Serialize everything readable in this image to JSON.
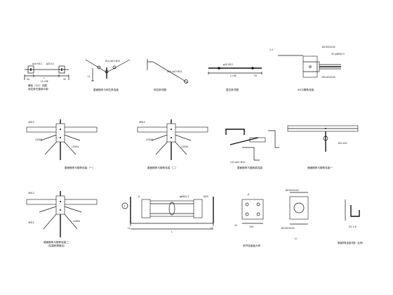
{
  "details": [
    {
      "caption": "螺栓（CG）详图",
      "subcaption": "用拉条在屋架中部",
      "labels": [
        "φ10 M12",
        "φ32×2",
        "L",
        "50",
        "L1=58",
        "50"
      ]
    },
    {
      "caption": "屋面檩条与斜拉条连接",
      "labels": [
        "XLG φ10 M12",
        "L1"
      ]
    },
    {
      "caption": "斜拉条详图",
      "labels": [
        "XLG φ10 M12"
      ]
    },
    {
      "caption": "直拉条详图",
      "labels": [
        "φ10 M12",
        "L=58",
        "50"
      ]
    },
    {
      "caption": "XG与檩条连接",
      "labels": [
        "1-1",
        "-8X100X140",
        "XG φ89X2.5",
        "-8X140X140"
      ]
    },
    {
      "caption": "屋面檩条与檩条连接（一）",
      "labels": [
        "4M12",
        "L50X4",
        "L50X4"
      ]
    },
    {
      "caption": "屋面檩条与檩条连接（二）",
      "labels": [
        "4M12",
        "L50X4",
        "L50X4"
      ]
    },
    {
      "caption": "屋面檩条与屋面梁连接",
      "labels": [
        "LG1 φ10 M12"
      ]
    },
    {
      "caption": "墙面檩条与檩条连接一",
      "labels": [
        "DLC140"
      ]
    },
    {
      "caption": "墙面檩条与檩条连接二",
      "subcaption": "（柱端斜撑做法）",
      "labels": [
        "4M12",
        "4M12",
        "L50X4"
      ]
    },
    {
      "caption": "",
      "labels": [
        "1",
        "-6",
        "φ89X2.5",
        "M20",
        "L1",
        "L",
        "L1"
      ]
    },
    {
      "caption": "系杆连接板大样",
      "labels": [
        "-8",
        "22",
        "100"
      ]
    },
    {
      "caption": "",
      "labels": [
        "-8X100X140",
        "-8X140X140",
        "I-I"
      ]
    },
    {
      "caption": "",
      "labels": [
        "D1 1:6"
      ]
    }
  ],
  "footer_note": "屋面檩条连接详图（比例）"
}
